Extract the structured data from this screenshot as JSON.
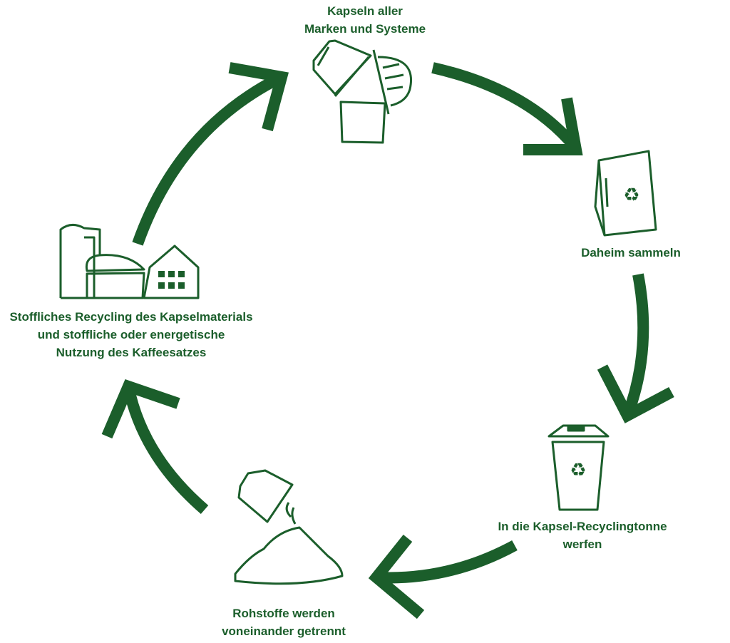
{
  "colors": {
    "primary": "#1b5e2b",
    "background": "#ffffff"
  },
  "steps": [
    {
      "icon": "capsules-icon",
      "lines": [
        "Kapseln aller",
        "Marken und Systeme"
      ]
    },
    {
      "icon": "paper-bag-recycling-icon",
      "lines": [
        "Daheim sammeln"
      ]
    },
    {
      "icon": "recycling-bin-icon",
      "lines": [
        "In die Kapsel-Recyclingtonne",
        "werfen"
      ]
    },
    {
      "icon": "capsule-pile-icon",
      "lines": [
        "Rohstoffe werden",
        "voneinander getrennt"
      ]
    },
    {
      "icon": "recycling-plant-icon",
      "lines": [
        "Stoffliches Recycling des Kapselmaterials",
        "und stoffliche oder energetische",
        "Nutzung des Kaffeesatzes"
      ]
    }
  ]
}
